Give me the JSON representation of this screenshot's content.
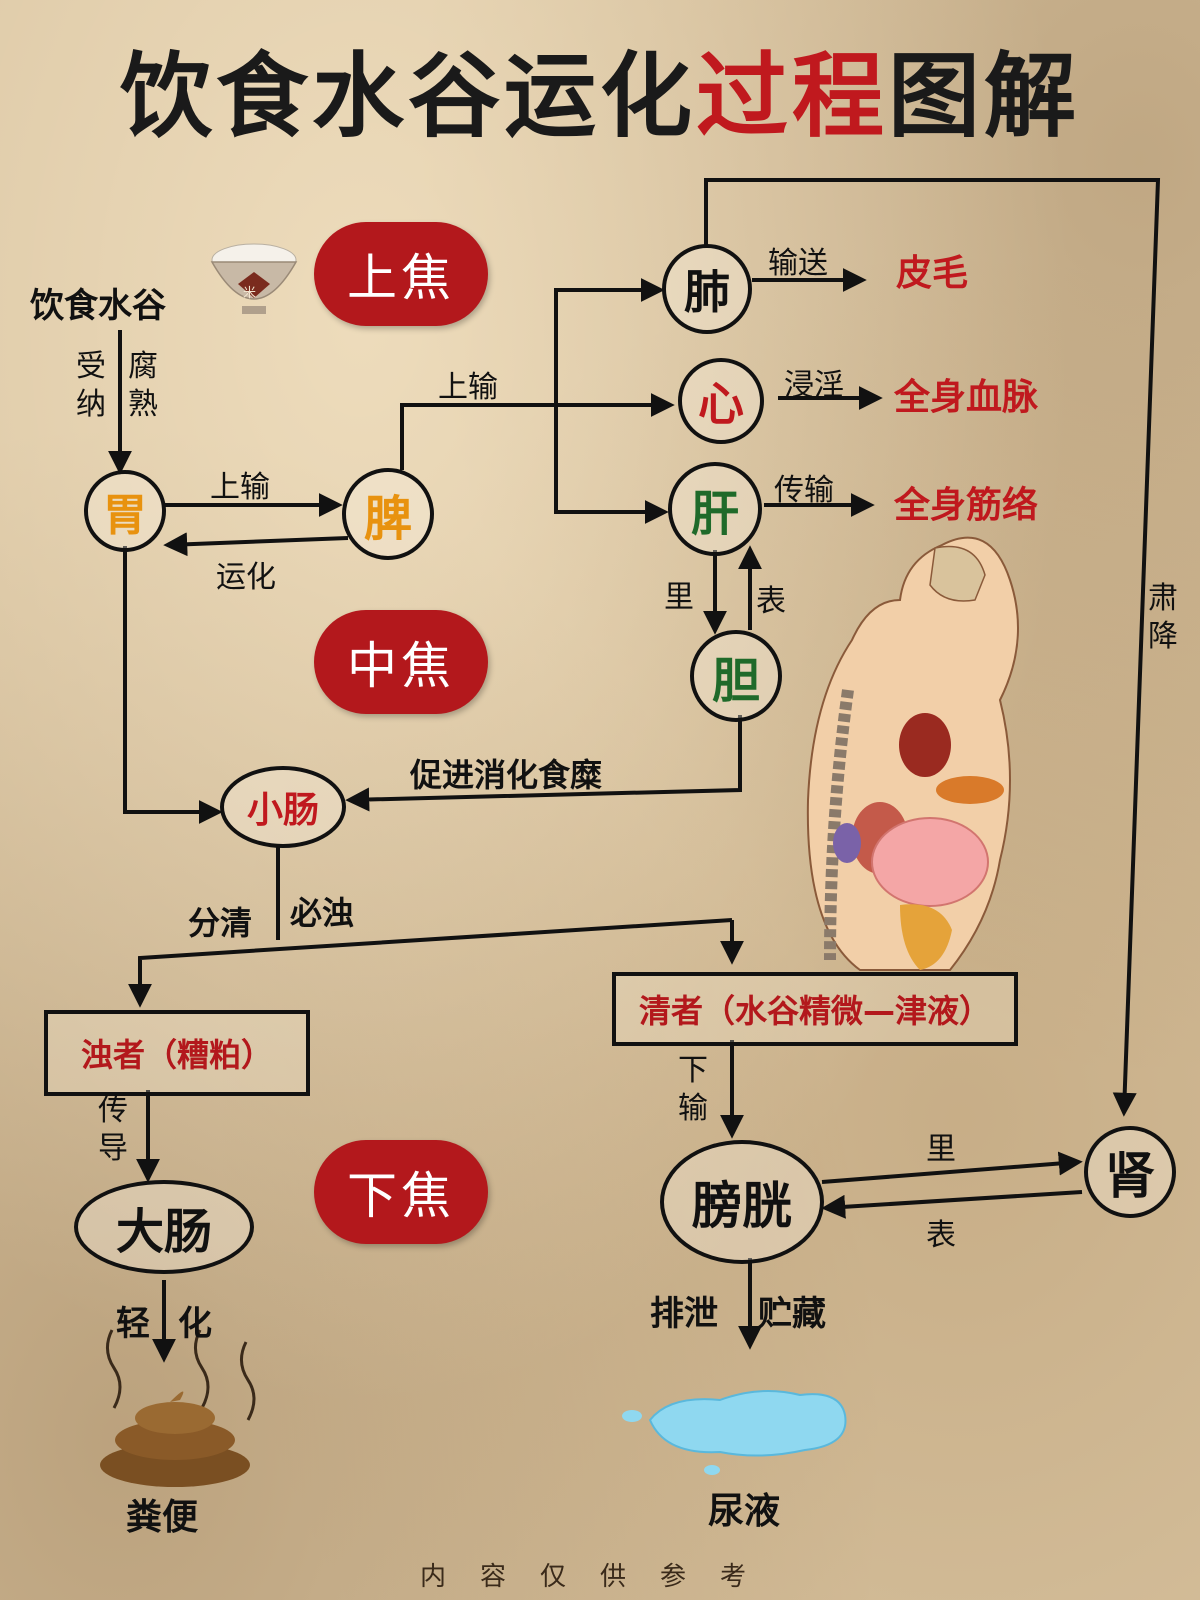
{
  "title": {
    "part1": "饮食水谷运化",
    "part2": "过程",
    "part3": "图解"
  },
  "colors": {
    "accent_red": "#b3181c",
    "text": "#111111",
    "background": "#d8c3a0"
  },
  "burners": {
    "upper": "上焦",
    "middle": "中焦",
    "lower": "下焦"
  },
  "intake": {
    "label": "饮食水谷",
    "icon": "rice-bowl-icon",
    "bowl_char": "米"
  },
  "steps": {
    "receive": "受纳",
    "ripen": "腐熟"
  },
  "organs": {
    "stomach": "胃",
    "spleen": "脾",
    "lung": "肺",
    "heart": "心",
    "liver": "肝",
    "gallbladder": "胆",
    "small_intestine": "小肠",
    "large_intestine": "大肠",
    "bladder": "膀胱",
    "kidney": "肾"
  },
  "edges": {
    "stomach_spleen": "上输",
    "spleen_stomach": "运化",
    "spleen_up": "上输",
    "lung_out": "输送",
    "heart_out": "浸淫",
    "liver_out": "传输",
    "liver_gall": "里",
    "gall_liver": "表",
    "gall_si": "促进消化食糜",
    "si_split_left": "分清",
    "si_split_right": "必浊",
    "lung_kidney": "肃降",
    "turbid_li": "传导",
    "clear_bladder": "下输",
    "bladder_kidney": "里",
    "kidney_bladder": "表",
    "li_out_left": "轻",
    "li_out_right": "化",
    "bladder_out_left": "排泄",
    "bladder_out_right": "贮藏"
  },
  "targets": {
    "lung": "皮毛",
    "heart": "全身血脉",
    "liver": "全身筋络"
  },
  "boxes": {
    "turbid": "浊者（糟粕）",
    "clear": "清者（水谷精微—津液）"
  },
  "outputs": {
    "feces": "粪便",
    "urine": "尿液"
  },
  "footer": "内容仅供参考"
}
